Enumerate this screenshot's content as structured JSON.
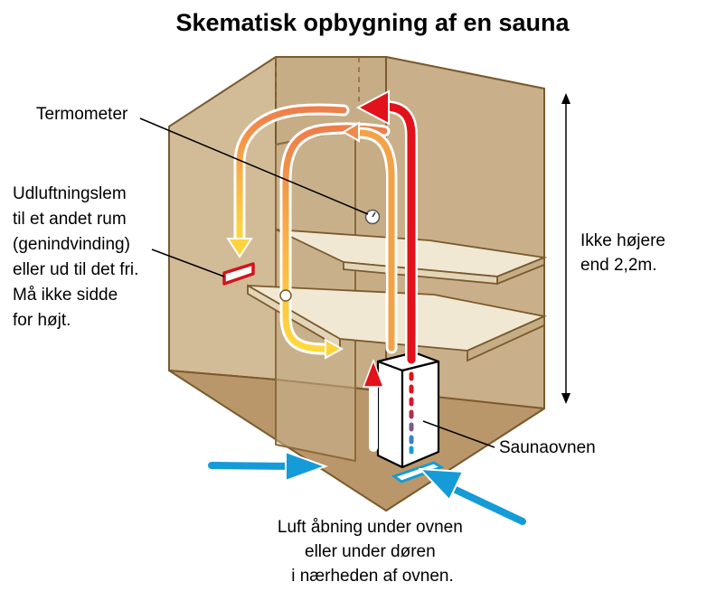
{
  "title": "Skematisk opbygning af en sauna",
  "labels": {
    "termometer": "Termometer",
    "vent_lines": [
      "Udluftningslem",
      "til et andet rum",
      "(genindvinding)",
      "eller ud til det fri.",
      "Må ikke sidde",
      "for højt."
    ],
    "height_lines": [
      "Ikke højere",
      "end 2,2m."
    ],
    "stove": "Saunaovnen",
    "air_lines": [
      "Luft åbning under ovnen",
      "eller under døren",
      "i nærheden af ovnen."
    ]
  },
  "colors": {
    "wall_back": "#c6ad86",
    "wall_left": "#d2bc98",
    "wall_right": "#c9b08a",
    "floor": "#b9976a",
    "outline": "#7a5a2e",
    "bench": "#f1e8d4",
    "hot_air": "#e1121b",
    "warm_air": "#ef8a4a",
    "cool_air": "#ffd33c",
    "fresh_air": "#159bd7",
    "vent_red": "#d3141b"
  },
  "icons": [
    "thermometer-icon",
    "height-arrow-icon",
    "fresh-air-arrow-icon",
    "hot-air-arrow-icon"
  ]
}
